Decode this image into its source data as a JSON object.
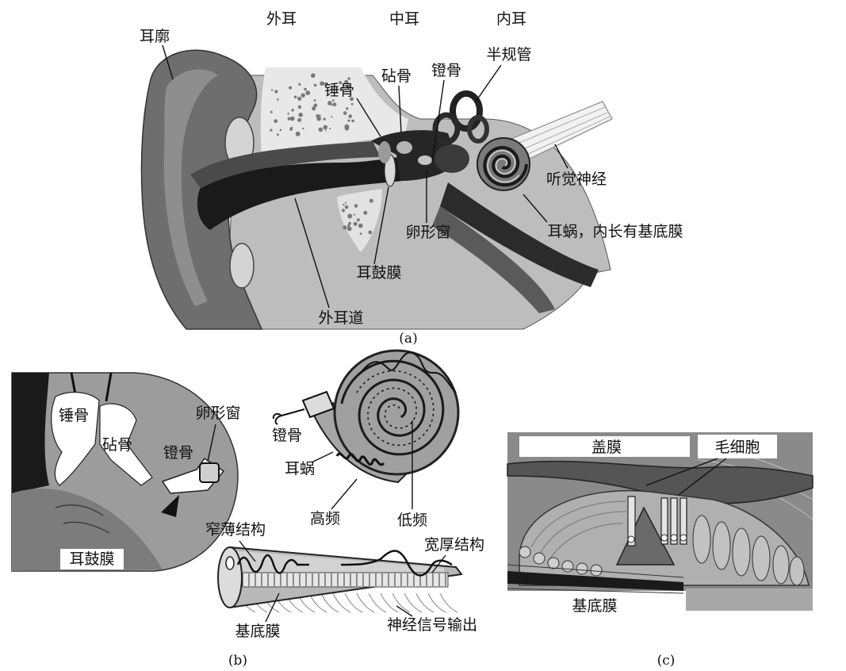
{
  "panel_a": {
    "regions": {
      "outer_ear": "外耳",
      "middle_ear": "中耳",
      "inner_ear": "内耳"
    },
    "labels": {
      "auricle": "耳廓",
      "malleus": "锤骨",
      "incus": "砧骨",
      "stapes": "镫骨",
      "semicircular_canals": "半规管",
      "auditory_nerve": "听觉神经",
      "cochlea": "耳蜗，内长有基底膜",
      "oval_window": "卵形窗",
      "eardrum": "耳鼓膜",
      "ear_canal": "外耳道"
    },
    "caption": "(a)"
  },
  "panel_b": {
    "labels": {
      "malleus": "锤骨",
      "incus": "砧骨",
      "stapes_left": "镫骨",
      "oval_window": "卵形窗",
      "eardrum": "耳鼓膜",
      "stapes_cochlea": "镫骨",
      "cochlea": "耳蜗",
      "high_frequency": "高频",
      "low_frequency": "低频",
      "narrow_thin_structure": "窄薄结构",
      "wide_thick_structure": "宽厚结构",
      "basilar_membrane": "基底膜",
      "nerve_signal_output": "神经信号输出"
    },
    "caption": "(b)"
  },
  "panel_c": {
    "labels": {
      "tectorial_membrane": "盖膜",
      "hair_cells": "毛细胞",
      "basilar_membrane": "基底膜"
    },
    "caption": "(c)"
  }
}
